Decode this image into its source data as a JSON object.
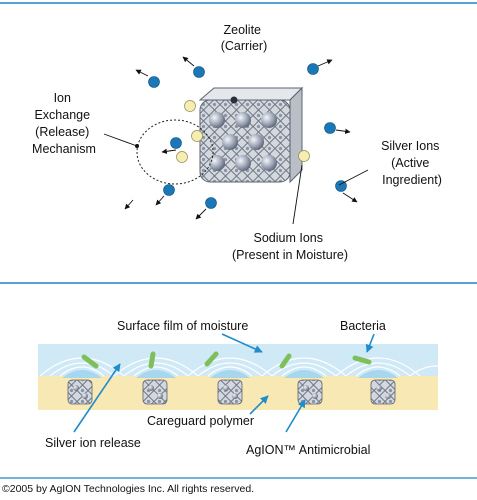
{
  "top_diagram": {
    "zeolite_label": [
      "Zeolite",
      "(Carrier)"
    ],
    "ion_exchange_label": [
      "Ion",
      "Exchange",
      "(Release)",
      "Mechanism"
    ],
    "silver_ions_label": [
      "Silver Ions",
      "(Active",
      "Ingredient)"
    ],
    "sodium_ions_label": [
      "Sodium Ions",
      "(Present in Moisture)"
    ]
  },
  "bottom_diagram": {
    "surface_film_label": "Surface film of moisture",
    "bacteria_label": "Bacteria",
    "careguard_label": "Careguard polymer",
    "silver_release_label": "Silver ion release",
    "aglion_label": "AgION™ Antimicrobial"
  },
  "footer": {
    "copyright": "©2005 by AgION Technologies Inc. All rights reserved."
  },
  "colors": {
    "rule": "#1a86c4",
    "silver_ion": "#1a78b8",
    "sodium_ion": "#f5eeb0",
    "moisture": "#cfe9f6",
    "polymer": "#f7e8b4",
    "bacteria": "#7fbf5a",
    "arrow_blue": "#1f8ccc"
  }
}
